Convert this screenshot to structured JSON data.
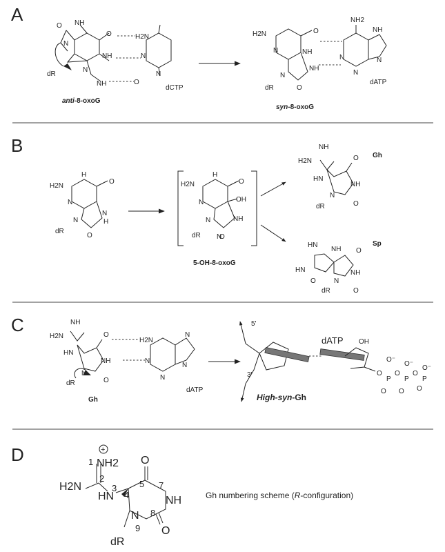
{
  "panels": {
    "a": {
      "letter": "A",
      "left": {
        "label_prefix": "anti",
        "label_suffix": "-8-oxoG",
        "atoms": {
          "o1": "O",
          "nh1": "NH",
          "o2": "O",
          "nh2": "NH",
          "n1": "N",
          "n2": "N",
          "nh2_2": "NH",
          "dr": "dR"
        },
        "partner": {
          "h2n": "H2N",
          "n1": "N",
          "o": "O",
          "n2": "N",
          "dctp": "dCTP"
        }
      },
      "right": {
        "label_prefix": "syn",
        "label_suffix": "-8-oxoG",
        "atoms": {
          "h2n": "H2N",
          "n1": "N",
          "nh": "NH",
          "o1": "O",
          "n2": "N",
          "nh2": "NH",
          "o2": "O",
          "dr": "dR"
        },
        "partner": {
          "nh2": "NH2",
          "n1": "N",
          "n2": "N",
          "n3": "N",
          "nh": "NH",
          "datp": "dATP"
        }
      }
    },
    "b": {
      "letter": "B",
      "start": {
        "h2n": "H2N",
        "h": "H",
        "n1": "N",
        "o": "O",
        "n2": "N",
        "n3": "N",
        "h2": "H",
        "o2": "O",
        "dr": "dR"
      },
      "intermediate": {
        "h2n": "H2N",
        "h": "H",
        "n1": "N",
        "o": "O",
        "oh": "OH",
        "n2": "N",
        "nh": "NH",
        "n3": "N",
        "o2": "O",
        "dr": "dR",
        "label": "5-OH-8-oxoG"
      },
      "gh": {
        "nh": "NH",
        "h2n": "H2N",
        "hn": "HN",
        "o1": "O",
        "nh2": "NH",
        "n": "N",
        "o2": "O",
        "dr": "dR",
        "label": "Gh"
      },
      "sp": {
        "hn": "HN",
        "nh": "NH",
        "hn2": "HN",
        "o1": "O",
        "o2": "O",
        "n": "N",
        "nh2": "NH",
        "o3": "O",
        "dr": "dR",
        "label": "Sp"
      }
    },
    "c": {
      "letter": "C",
      "gh": {
        "nh": "NH",
        "h2n": "H2N",
        "hn": "HN",
        "o1": "O",
        "nh2": "NH",
        "n": "N",
        "o2": "O",
        "dr": "dR",
        "label": "Gh"
      },
      "datp": {
        "h2n": "H2N",
        "n1": "N",
        "n2": "N",
        "n3": "N",
        "n4": "N",
        "datp": "dATP"
      },
      "model": {
        "five_prime": "5'",
        "three_prime": "3'",
        "dATP": "dATP",
        "oh": "OH",
        "label_prefix": "High-syn",
        "label_suffix": "-Gh",
        "p": "P",
        "o": "O",
        "o_minus": "O⁻"
      }
    },
    "d": {
      "letter": "D",
      "charge": "+",
      "atoms": {
        "nh2": "NH2",
        "h2n": "H2N",
        "hn": "HN",
        "o1": "O",
        "nh": "NH",
        "n": "N",
        "o2": "O",
        "dr": "dR"
      },
      "numbers": [
        "1",
        "2",
        "3",
        "4",
        "5",
        "7",
        "8",
        "9"
      ],
      "caption_prefix": "Gh numbering scheme (",
      "caption_italic": "R",
      "caption_suffix": "-configuration)"
    }
  },
  "colors": {
    "ink": "#222222",
    "rule": "#444444",
    "bar_fill": "#777777"
  }
}
